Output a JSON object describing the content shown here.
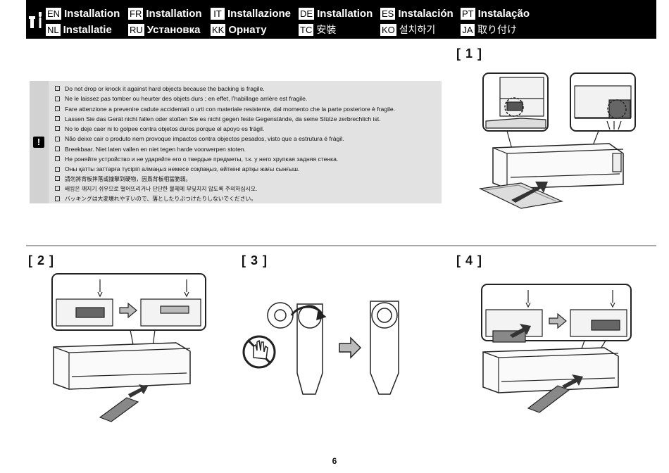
{
  "header": {
    "languages": [
      {
        "code": "EN",
        "text": "Installation"
      },
      {
        "code": "FR",
        "text": "Installation"
      },
      {
        "code": "IT",
        "text": "Installazione"
      },
      {
        "code": "DE",
        "text": "Installation"
      },
      {
        "code": "ES",
        "text": "Instalación"
      },
      {
        "code": "PT",
        "text": "Instalação"
      },
      {
        "code": "NL",
        "text": "Installatie"
      },
      {
        "code": "RU",
        "text": "Установка"
      },
      {
        "code": "KK",
        "text": "Орнату"
      },
      {
        "code": "TC",
        "text": "安裝"
      },
      {
        "code": "KO",
        "text": "설치하기"
      },
      {
        "code": "JA",
        "text": "取り付け"
      }
    ],
    "icon": "tools-icon"
  },
  "steps": {
    "s1": "[ 1 ]",
    "s2": "[ 2 ]",
    "s3": "[ 3 ]",
    "s4": "[ 4 ]"
  },
  "note": {
    "icon": "exclamation-icon",
    "icon_text": "!",
    "items": [
      "Do not drop or knock it against hard objects because the backing is fragile.",
      "Ne le laissez pas tomber ou heurter des objets durs ; en effet, l’habillage arrière est fragile.",
      "Fare attenzione a prevenire cadute accidentali o urti con materiale resistente, dal momento che la parte posteriore è fragile.",
      "Lassen Sie das Gerät nicht fallen oder stoßen Sie es nicht gegen feste Gegenstände, da seine Stütze zerbrechlich ist.",
      "No lo deje caer ni lo golpee contra objetos duros porque el apoyo es frágil.",
      "Não deixe cair o produto nem provoque impactos contra objectos pesados, visto que a estrutura é frágil.",
      "Breekbaar. Niet laten vallen en niet tegen harde voorwerpen stoten.",
      "Не роняйте устройство и не ударяйте его о твердые предметы, т.к. у него хрупкая задняя стенка.",
      "Оны қатты заттарға түсіріп алмаңыз немесе соқпаңыз, өйткені артқы жағы сынғыш.",
      "請勿將背板摔落或撞擊到硬物，因爲背板相當脆弱。",
      "배킹은 깨지기 쉬우므로 떨어뜨리거나 단단한 물체에 부딪치지 않도록 주의하십시오.",
      "バッキングは大変壊れやすいので、落としたりぶつけたりしないでください。"
    ]
  },
  "page_number": "6",
  "colors": {
    "header_bg": "#000000",
    "note_bg": "#e2e2e2",
    "note_side": "#d2d2d2",
    "divider": "#a8a8a8"
  }
}
